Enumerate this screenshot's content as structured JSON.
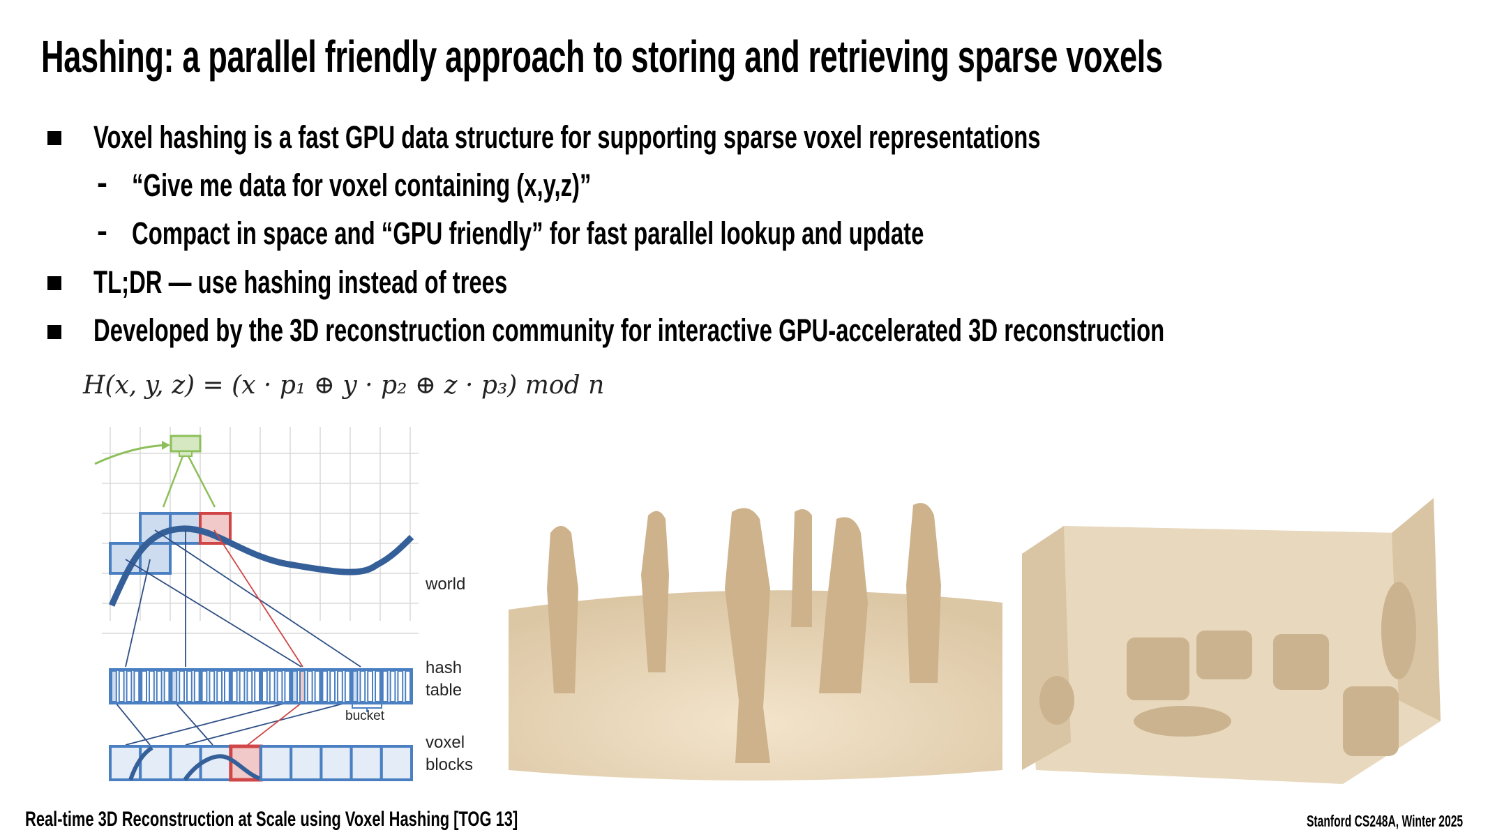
{
  "title": "Hashing: a parallel friendly approach to storing and retrieving sparse voxels",
  "bullets": [
    {
      "text": "Voxel hashing is a fast GPU data structure for supporting sparse voxel representations",
      "sub": [
        "“Give me data for voxel containing (x,y,z)”",
        "Compact in space and “GPU friendly” for fast parallel lookup and update"
      ]
    },
    {
      "text": "TL;DR — use hashing instead of trees"
    },
    {
      "text": "Developed by the 3D reconstruction community for interactive GPU-accelerated 3D reconstruction"
    }
  ],
  "dash": "-",
  "formula": "H(x, y, z) = (x · p₁ ⊕ y · p₂ ⊕ z · p₃) mod n",
  "diagram": {
    "labels": {
      "world": "world",
      "hash1": "hash",
      "hash2": "table",
      "bucket": "bucket",
      "voxel1": "voxel",
      "voxel2": "blocks"
    },
    "hash_buckets": 10,
    "slots_per_bucket": 4,
    "voxel_blocks": 10,
    "colors": {
      "blue": "#4a7fc1",
      "blue_fill": "#cddcef",
      "red": "#d04545",
      "red_fill": "#f2c9c9",
      "green": "#8dbf5a",
      "curve": "#355f99",
      "grid": "#d9d9d9"
    }
  },
  "footer": {
    "citation": "Real-time 3D Reconstruction at Scale using Voxel Hashing [TOG 13]",
    "course": "Stanford CS248A, Winter 2025"
  }
}
